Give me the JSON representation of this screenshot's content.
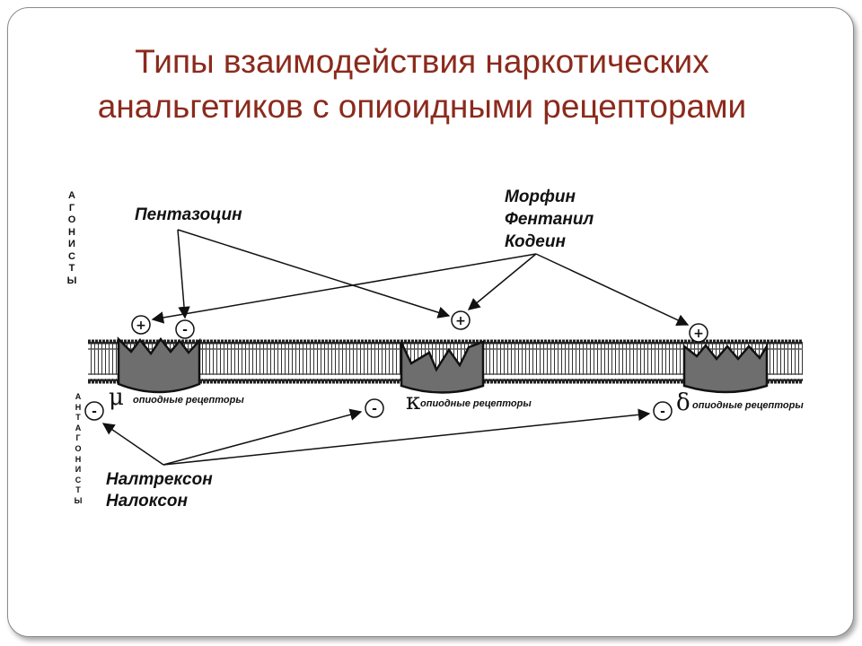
{
  "title": {
    "line1": "Типы взаимодействия наркотических",
    "line2": "анальгетиков с опиоидными рецепторами"
  },
  "side_labels": {
    "agonists": "АГОНИСТЫ",
    "antagonists": "АНТАГОНИСТЫ"
  },
  "drugs": {
    "pentazocine": "Пентазоцин",
    "group_line1": "Морфин",
    "group_line2": "Фентанил",
    "group_line3": "Кодеин",
    "antag_line1": "Налтрексон",
    "antag_line2": "Налоксон"
  },
  "receptors": [
    {
      "symbol": "μ",
      "label": "опиодные рецепторы"
    },
    {
      "symbol": "κ",
      "label": "опиодные рецепторы"
    },
    {
      "symbol": "δ",
      "label": "опиодные рецепторы"
    }
  ],
  "signs": {
    "plus": "+",
    "minus": "-"
  },
  "colors": {
    "title": "#8b2a1c",
    "receptor_fill": "#6e6e6e",
    "ink": "#111111"
  }
}
